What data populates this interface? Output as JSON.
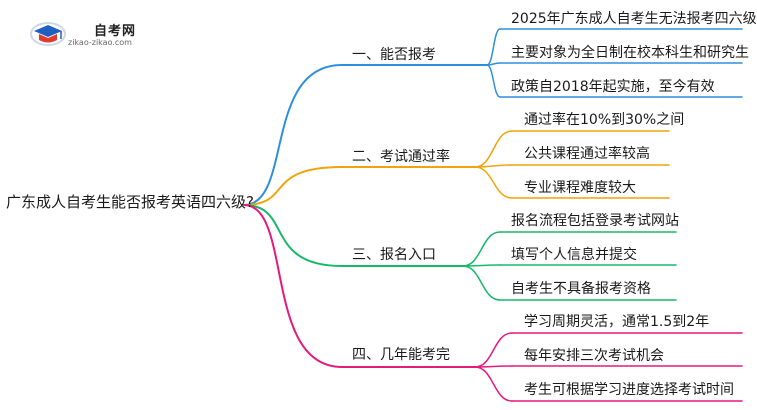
{
  "logo": {
    "title": "自考网",
    "url": "zikao-zikao.com",
    "icon": "graduation-cap-icon"
  },
  "root": "广东成人自考生能否报考英语四六级?",
  "branches": [
    {
      "label": "一、能否报考",
      "color": "#2e8fe0",
      "leaves": [
        "2025年广东成人自考生无法报考四六级",
        "主要对象为全日制在校本科生和研究生",
        "政策自2018年起实施，至今有效"
      ]
    },
    {
      "label": "二、考试通过率",
      "color": "#f0a30a",
      "leaves": [
        "通过率在10%到30%之间",
        "公共课程通过率较高",
        "专业课程难度较大"
      ]
    },
    {
      "label": "三、报名入口",
      "color": "#18b86a",
      "leaves": [
        "报名流程包括登录考试网站",
        "填写个人信息并提交",
        "自考生不具备报考资格"
      ]
    },
    {
      "label": "四、几年能考完",
      "color": "#e6197d",
      "leaves": [
        "学习周期灵活，通常1.5到2年",
        "每年安排三次考试机会",
        "考生可根据学习进度选择考试时间"
      ]
    }
  ]
}
